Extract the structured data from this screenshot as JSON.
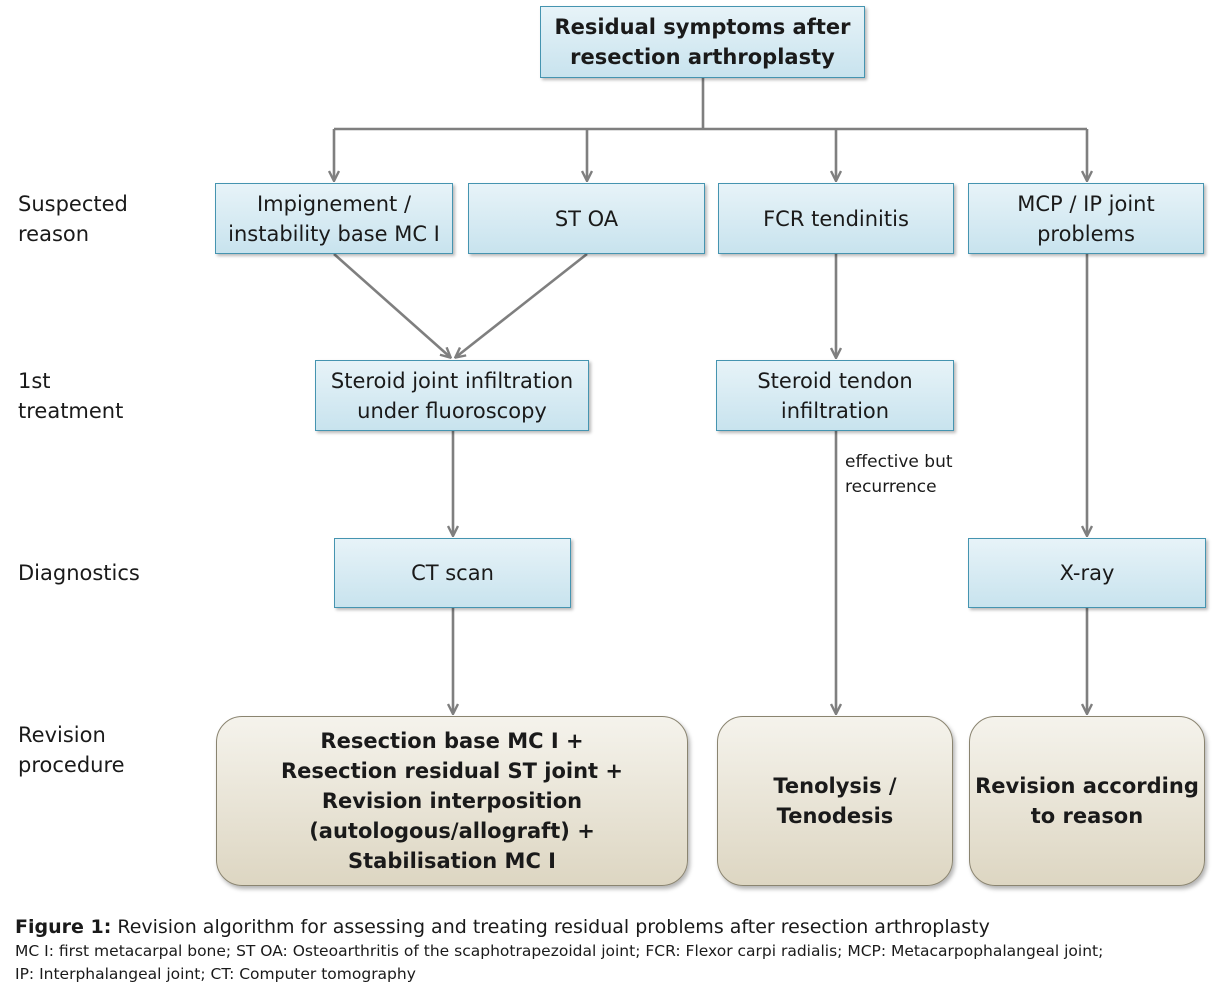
{
  "row_labels": {
    "suspected": "Suspected\nreason",
    "treatment": "1st\ntreatment",
    "diagnostics": "Diagnostics",
    "revision": "Revision\nprocedure"
  },
  "nodes": {
    "top": "Residual symptoms after\nresection arthroplasty",
    "impingement": "Impignement /\ninstability base MC I",
    "st_oa": "ST OA",
    "fcr": "FCR tendinitis",
    "mcp_ip": "MCP / IP joint\nproblems",
    "steroid_joint": "Steroid joint infiltration\nunder fluoroscopy",
    "steroid_tendon": "Steroid tendon\ninfiltration",
    "ct_scan": "CT scan",
    "xray": "X-ray",
    "resection": "Resection base MC I +\nResection residual ST joint +\nRevision interposition\n(autologous/allograft) +\nStabilisation MC I",
    "tenolysis": "Tenolysis / Tenodesis",
    "revision_reason": "Revision according\nto reason"
  },
  "edge_note": "effective but\nrecurrence",
  "caption": {
    "label": "Figure 1:",
    "title": " Revision algorithm for assessing and treating residual problems after resection arthroplasty",
    "footnote": "MC I: first metacarpal bone; ST OA: Osteoarthritis of the scaphotrapezoidal joint; FCR: Flexor carpi radialis; MCP: Metacarpophalangeal joint;\nIP: Interphalangeal joint; CT: Computer tomography"
  },
  "colors": {
    "box_fill": "#d3e9f2",
    "box_border": "#4594b0",
    "final_fill": "#e8e3d5",
    "final_border": "#8a8470",
    "arrow": "#7f7f7f"
  }
}
